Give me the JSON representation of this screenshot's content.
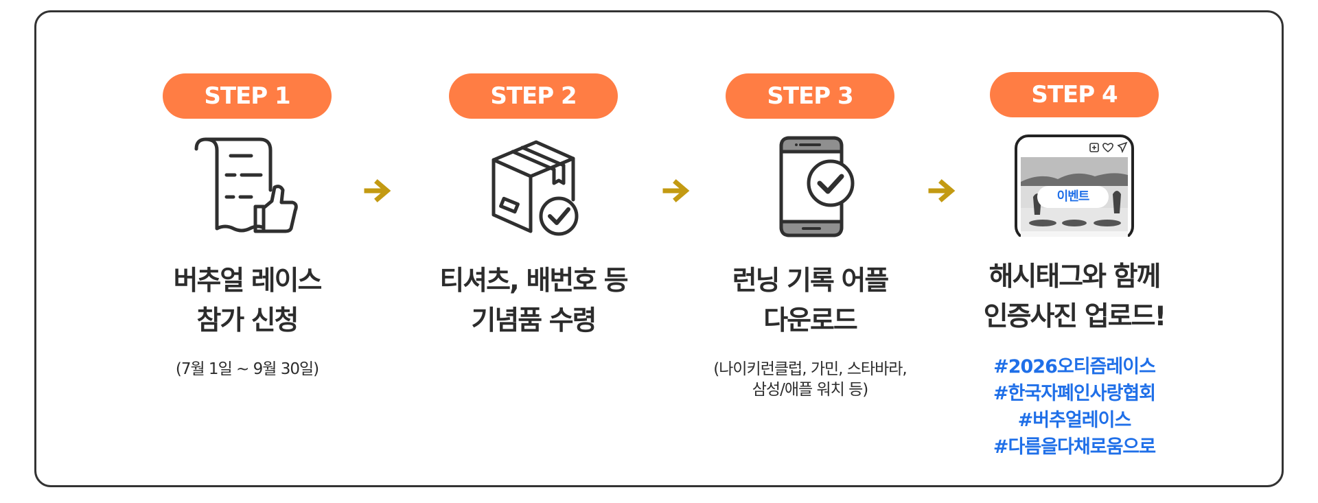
{
  "steps": [
    {
      "label": "STEP 1",
      "title_lines": [
        "버추얼 레이스",
        "참가 신청"
      ],
      "note_lines": [
        "(7월 1일 ~ 9월 30일)"
      ],
      "icon": "receipt-thumbs-up-icon"
    },
    {
      "label": "STEP 2",
      "title_lines": [
        "티셔츠, 배번호 등",
        "기념품 수령"
      ],
      "icon": "box-check-icon"
    },
    {
      "label": "STEP 3",
      "title_lines": [
        "런닝 기록 어플",
        "다운로드"
      ],
      "note_lines": [
        "(나이키런클럽, 가민, 스타바라,",
        "삼성/애플 워치 등)"
      ],
      "icon": "phone-check-icon"
    },
    {
      "label": "STEP 4",
      "title_lines": [
        "해시태그와 함께",
        "인증사진 업로드!"
      ],
      "badge": "이벤트",
      "hashtags": [
        "#2026오티즘레이스",
        "#한국자폐인사랑협회",
        "#버추얼레이스",
        "#다름을다채로움으로"
      ],
      "icon": "phone-photo-icon"
    }
  ],
  "colors": {
    "accent": "#ff7d44",
    "arrow": "#c39a12",
    "hashtag": "#1f6fe8",
    "border": "#333333",
    "icon_stroke": "#2f2f2f"
  }
}
